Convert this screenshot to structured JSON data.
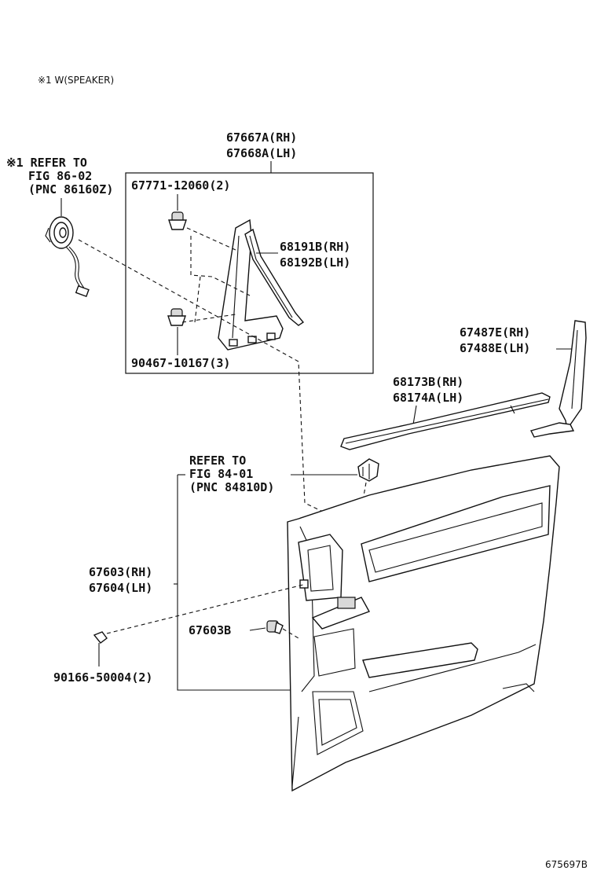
{
  "header_note": "※1 W(SPEAKER)",
  "diagram_code": "675697B",
  "labels": {
    "refer_86_line1": "※1 REFER TO",
    "refer_86_line2": "FIG 86-02",
    "refer_86_line3": "(PNC 86160Z)",
    "trim_top_rh": "67667A(RH)",
    "trim_top_lh": "67668A(LH)",
    "clip_67771": "67771-12060(2)",
    "weather_68191": "68191B(RH)",
    "weather_68192": "68192B(LH)",
    "clip_90467": "90467-10167(3)",
    "strip_67487": "67487E(RH)",
    "strip_67488": "67488E(LH)",
    "belt_68173": "68173B(RH)",
    "belt_68174": "68174A(LH)",
    "refer_84_line1": "REFER TO",
    "refer_84_line2": "FIG 84-01",
    "refer_84_line3": "(PNC 84810D)",
    "panel_67603": "67603(RH)",
    "panel_67604": "67604(LH)",
    "clip_67603b": "67603B",
    "screw_90166": "90166-50004(2)"
  }
}
